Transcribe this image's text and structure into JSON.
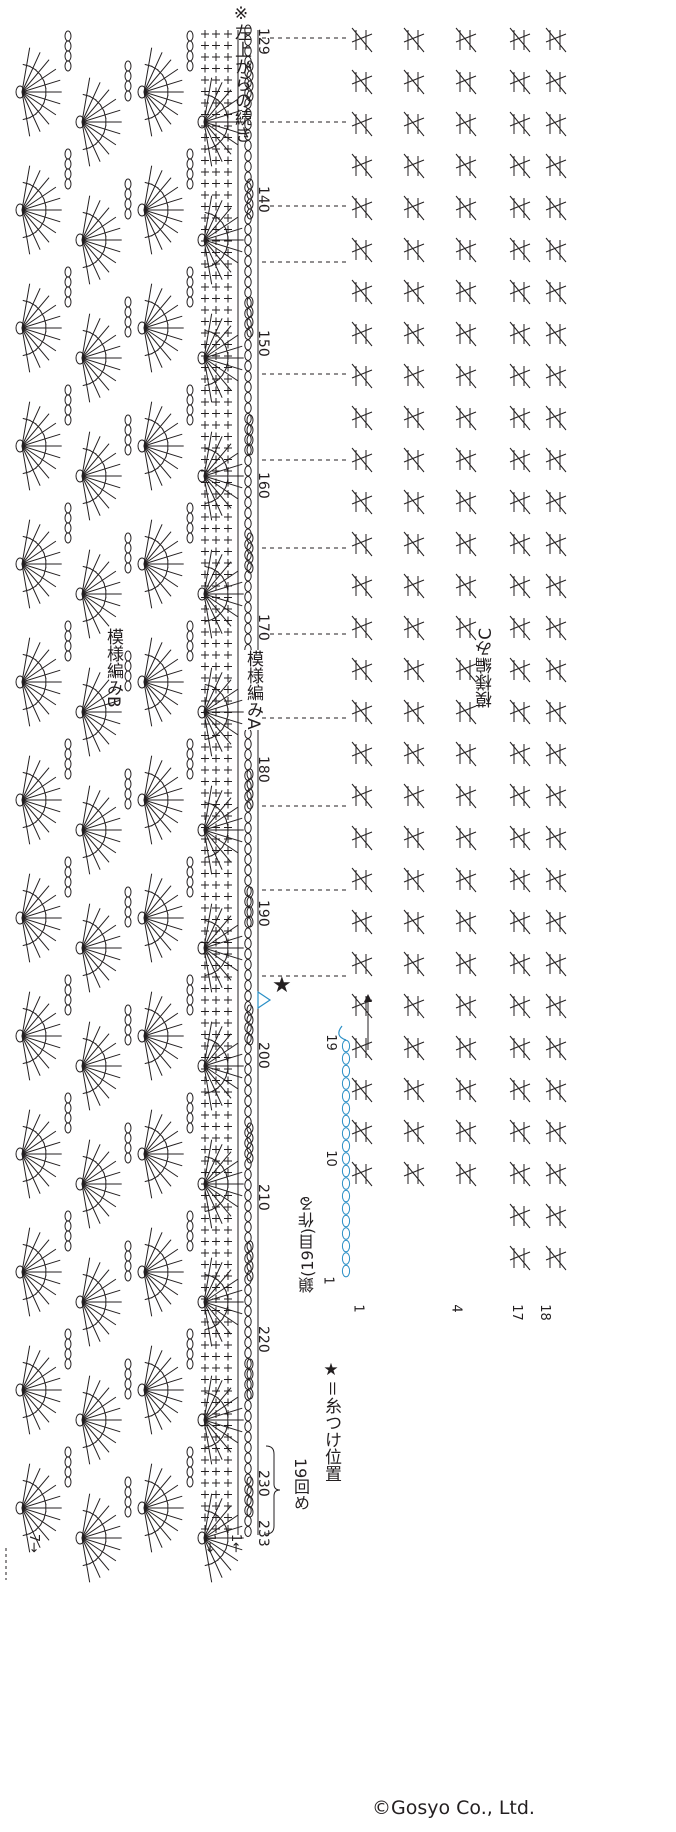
{
  "diagram": {
    "note_top_right": "※左上からの続き",
    "pattern_b_label": "模様編みB",
    "pattern_a_label": "模様編みA",
    "pattern_c_label": "模様編みC",
    "stitch_counts": [
      "129",
      "140",
      "150",
      "160",
      "170",
      "180",
      "190",
      "200",
      "210",
      "220",
      "230",
      "233"
    ],
    "repeat_label": "19回め",
    "start_chain_label": "鎖(19目)作る",
    "chain_counts": [
      "1",
      "10",
      "19"
    ],
    "row_numbers_bottom": [
      "1",
      "4",
      "17",
      "18"
    ],
    "row_numbers_left": [
      "7→",
      "1→",
      "1←"
    ],
    "thread_position_note": "★＝糸つけ位置",
    "copyright": "©Gosyo Co., Ltd."
  },
  "colors": {
    "ink": "#231f20",
    "accent": "#2a8fc6"
  }
}
